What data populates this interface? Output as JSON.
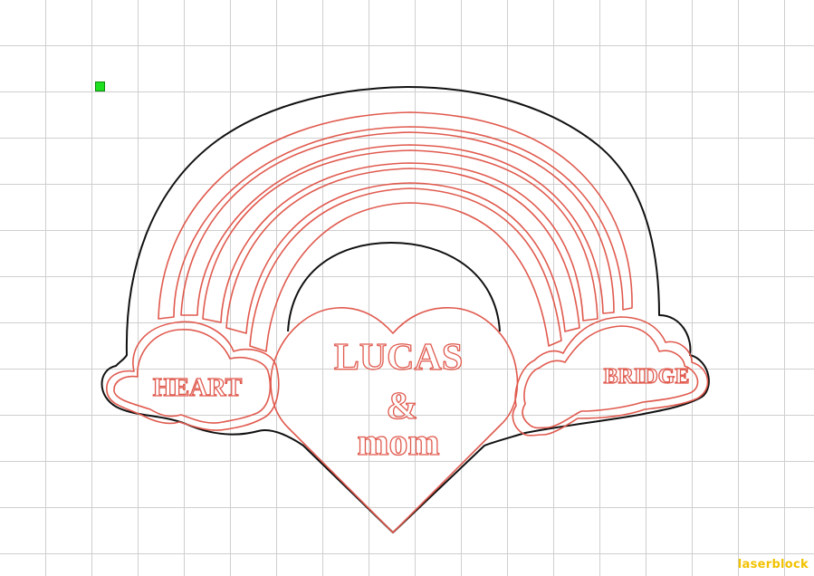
{
  "design": {
    "left_label": "HEART",
    "right_label": "BRIDGE",
    "heart_line1": "LUCAS",
    "heart_line2": "&",
    "heart_line3": "mom"
  },
  "brand": {
    "watermark": "laserblock"
  },
  "colors": {
    "cut_line": "#e05a4e",
    "outline": "#111111",
    "handle": "#1fe01f",
    "watermark": "#f2c200",
    "grid": "#cfcfcf"
  },
  "icons": {
    "selection_handle": "green-square"
  }
}
